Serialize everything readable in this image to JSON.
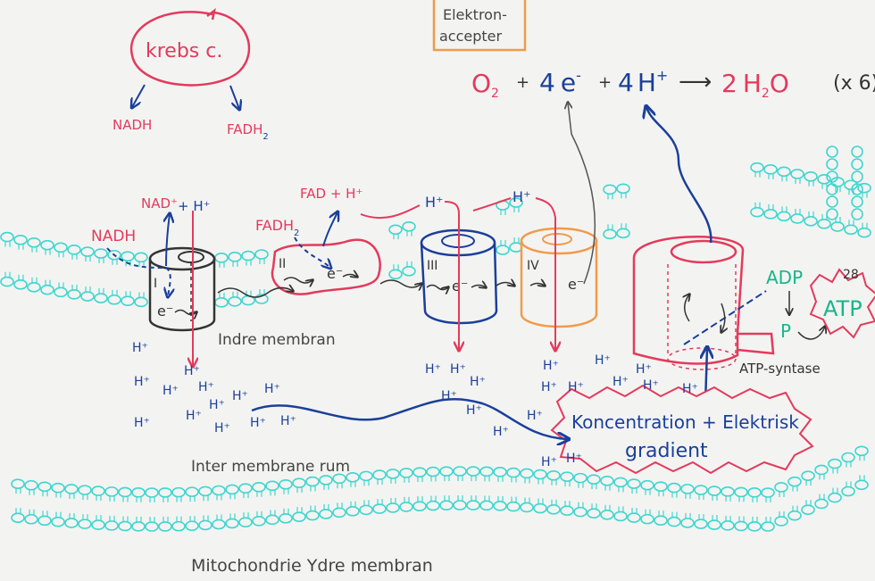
{
  "krebs": {
    "label": "krebs c.",
    "nadh": "NADH",
    "fadh2_base": "FADH",
    "fadh2_sub": "2"
  },
  "electron_acceptor": {
    "box_line1": "Elektron-",
    "box_line2": "accepter",
    "o2_base": "O",
    "o2_sub": "2",
    "plus": "+",
    "four": "4",
    "e": "e",
    "minus": "-",
    "h": "H",
    "hplus": "+",
    "arrow": "⟶",
    "two": "2",
    "h2o_h": "H",
    "h2o_sub": "2",
    "h2o_o": "O",
    "multiplier": "(x 6)"
  },
  "complex1": {
    "numeral": "I",
    "nad_plus": "NAD⁺",
    "plus_h": "+ H⁺",
    "nadh": "NADH",
    "electron": "e⁻"
  },
  "complex2": {
    "numeral": "II",
    "fad_plus": "FAD + H⁺",
    "fadh2_base": "FADH",
    "fadh2_sub": "2",
    "electron": "e⁻"
  },
  "complex3": {
    "numeral": "III",
    "h_plus": "H⁺",
    "electron": "e⁻"
  },
  "complex4": {
    "numeral": "IV",
    "h_plus": "H⁺",
    "electron": "e⁻"
  },
  "atp_synthase": {
    "label": "ATP-syntase",
    "adp": "ADP",
    "p": "P",
    "atp": "ATP",
    "atp_count": "28"
  },
  "gradient": {
    "line1": "Koncentration + Elektrisk",
    "line2": "gradient"
  },
  "labels": {
    "inner_membrane": "Indre membran",
    "intermembrane_space": "Inter membrane rum",
    "outer_membrane": "Mitochondrie Ydre membran"
  },
  "protons": {
    "symbol": "H⁺"
  },
  "colors": {
    "red": "#e43a5c",
    "blue": "#1b3f9a",
    "teal": "#3fd6cf",
    "orange": "#f29a4a",
    "green": "#17b68a",
    "dark": "#333333"
  }
}
